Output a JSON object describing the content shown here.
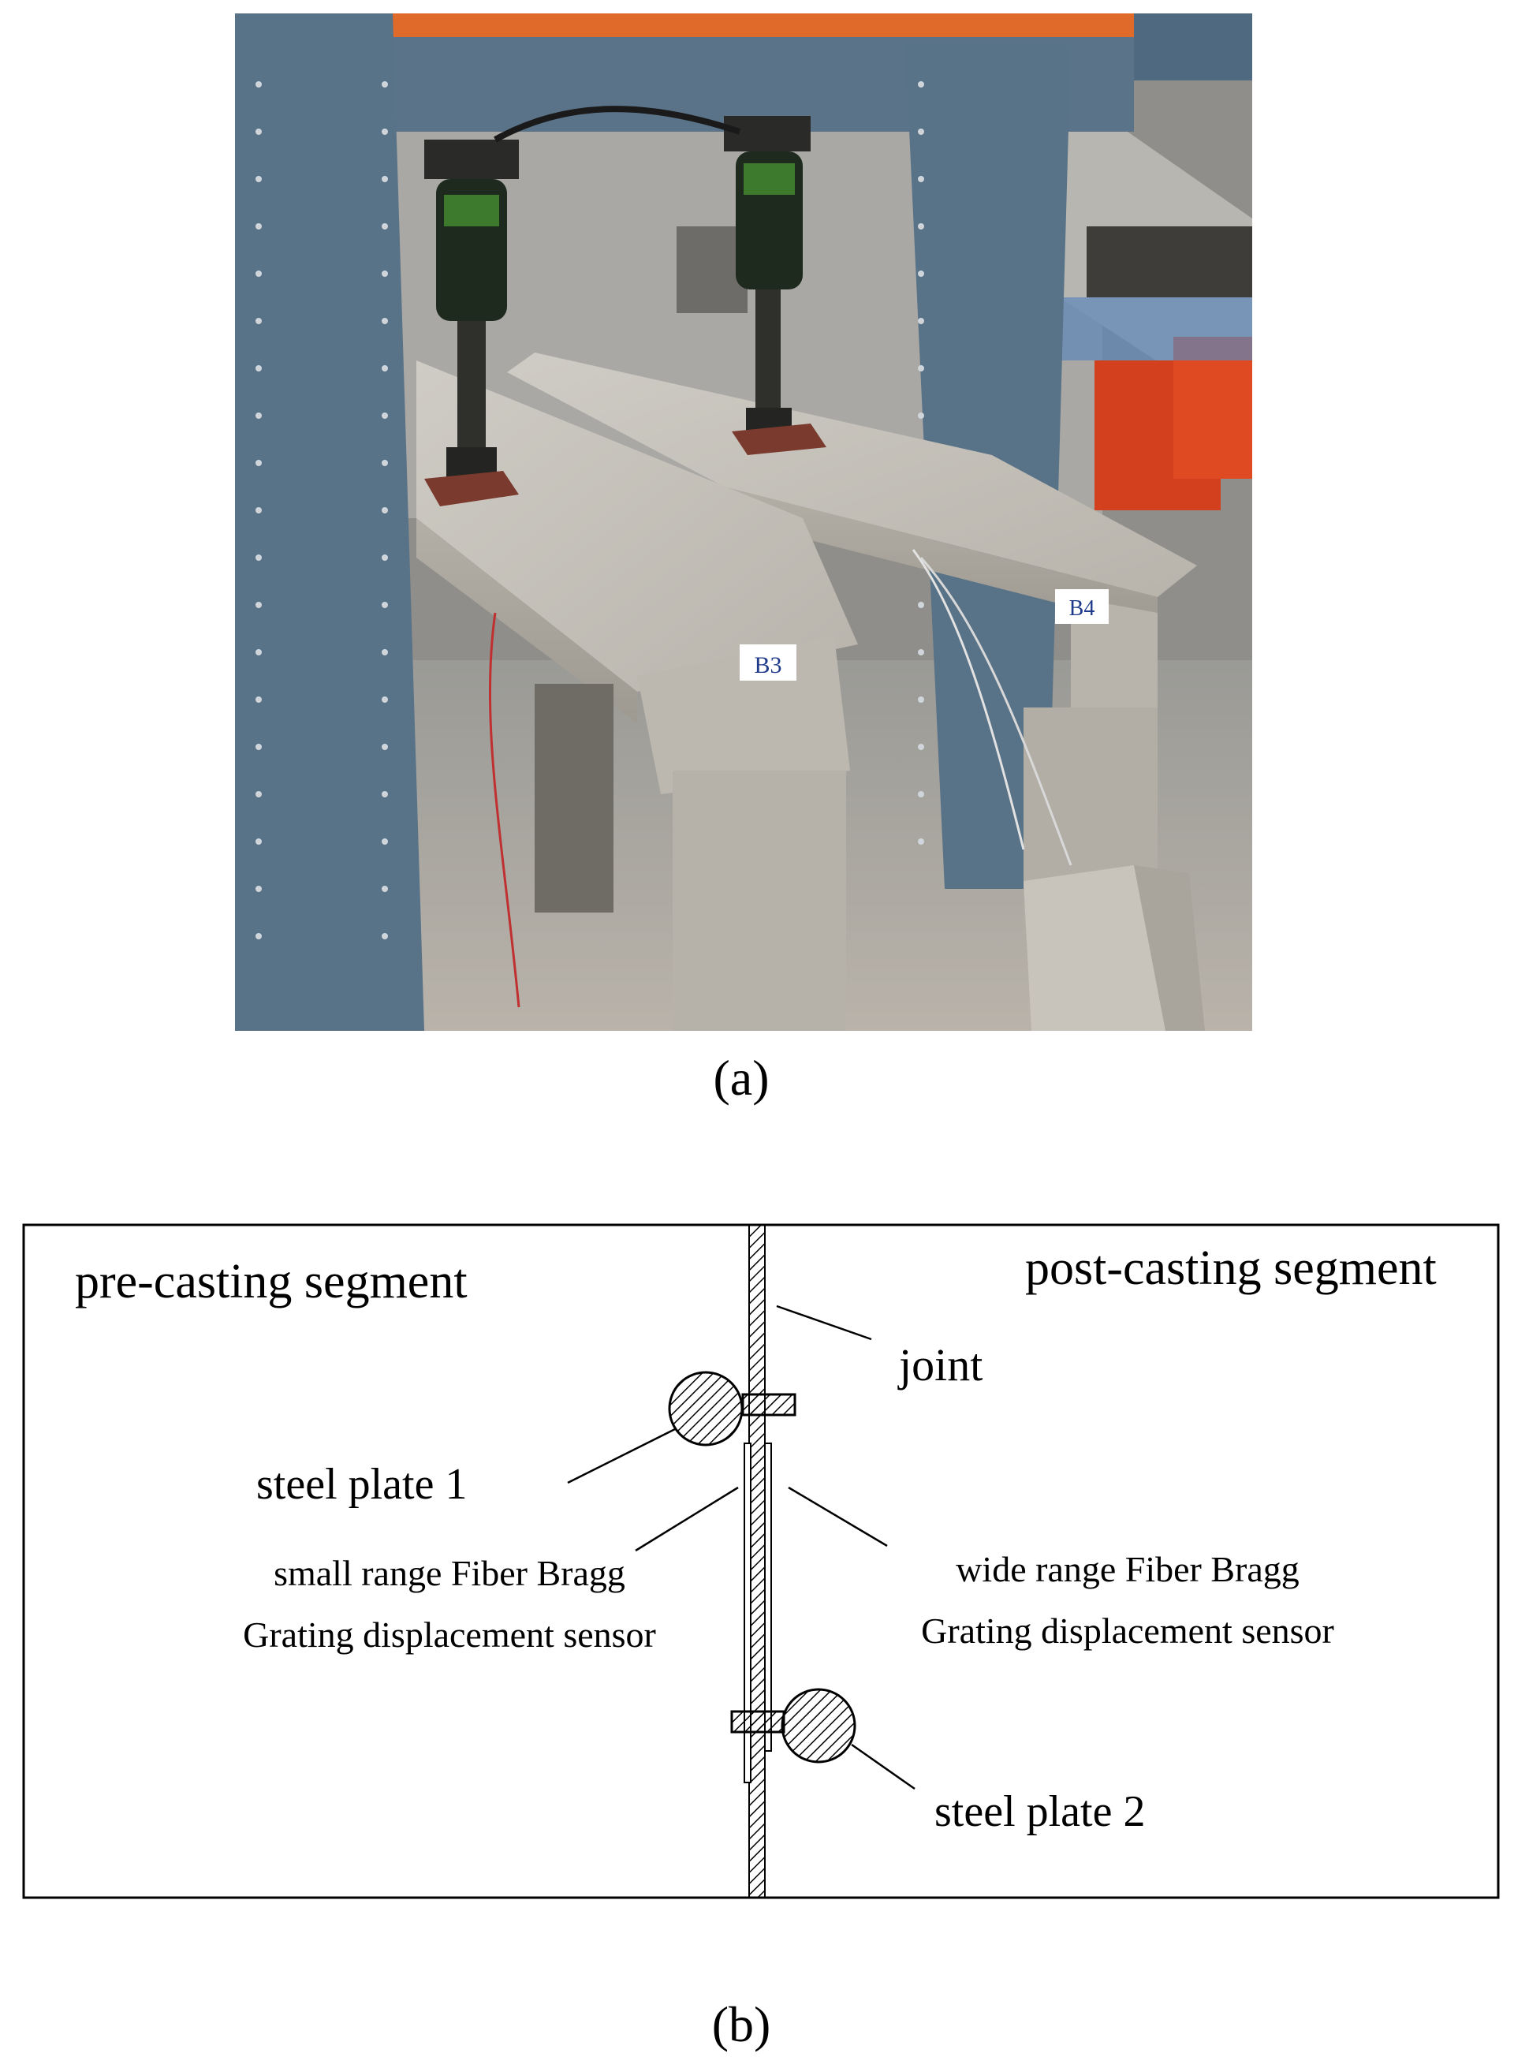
{
  "photo": {
    "beam_labels": [
      "B3",
      "B4"
    ]
  },
  "captions": {
    "a": "(a)",
    "b": "(b)"
  },
  "diagram": {
    "labels": {
      "pre_casting": "pre-casting segment",
      "post_casting": "post-casting segment",
      "joint": "joint",
      "steel_plate_1": "steel plate 1",
      "steel_plate_2": "steel plate 2",
      "small_range_line1": "small range Fiber Bragg",
      "small_range_line2": "Grating displacement sensor",
      "wide_range_line1": "wide range Fiber Bragg",
      "wide_range_line2": "Grating displacement sensor"
    },
    "colors": {
      "stroke": "#000000",
      "background": "#ffffff"
    }
  }
}
